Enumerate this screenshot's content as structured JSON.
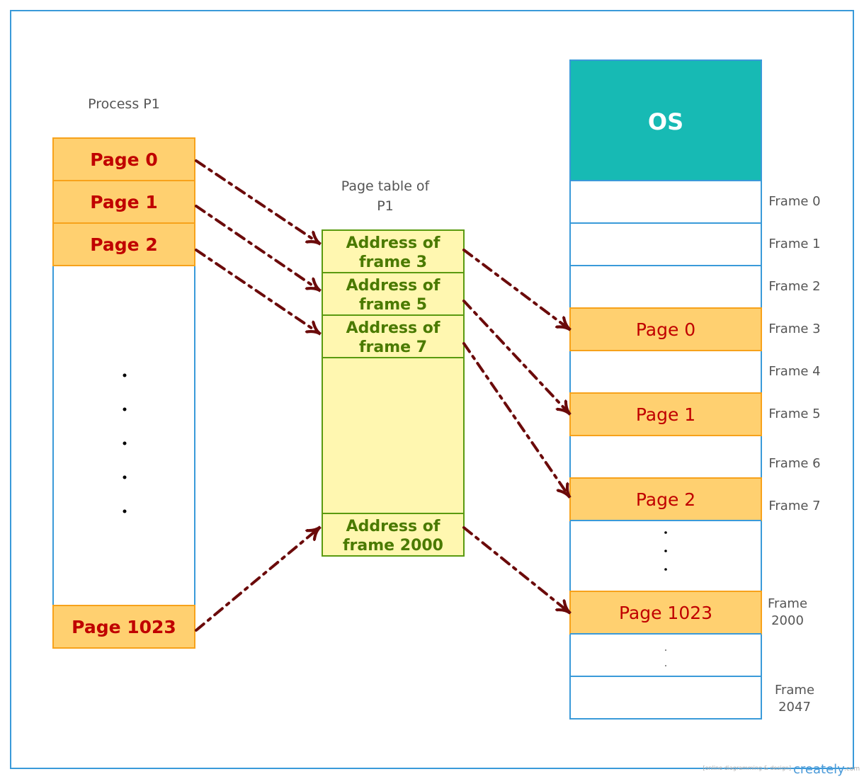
{
  "process": {
    "title": "Process P1",
    "pages": [
      "Page 0",
      "Page 1",
      "Page 2"
    ],
    "last_page": "Page 1023"
  },
  "page_table": {
    "title_line1": "Page table of",
    "title_line2": "P1",
    "entries": [
      {
        "line1": "Address of",
        "line2": "frame 3"
      },
      {
        "line1": "Address of",
        "line2": "frame 5"
      },
      {
        "line1": "Address of",
        "line2": "frame 7"
      }
    ],
    "last_entry": {
      "line1": "Address of",
      "line2": "frame 2000"
    }
  },
  "memory": {
    "os_label": "OS",
    "frames": [
      "Frame 0",
      "Frame 1",
      "Frame 2",
      "Frame 3",
      "Frame 4",
      "Frame 5",
      "Frame 6",
      "Frame 7"
    ],
    "frame_2000": {
      "line1": "Frame",
      "line2": "2000"
    },
    "frame_2047": {
      "line1": "Frame",
      "line2": "2047"
    },
    "mapped_pages": [
      "Page 0",
      "Page 1",
      "Page 2",
      "Page 1023"
    ]
  },
  "watermark": {
    "tagline": "[online diagramming & design]",
    "brand": "creately",
    "suffix": ".com"
  },
  "colors": {
    "border": "#3a9ad9",
    "page_fill": "#ffd070",
    "page_stroke": "#f7a21b",
    "os_fill": "#17bab4",
    "table_fill": "#fff7b0",
    "table_stroke": "#5a9a10",
    "arrow": "#6b0a0a",
    "page_text": "#c00000"
  }
}
